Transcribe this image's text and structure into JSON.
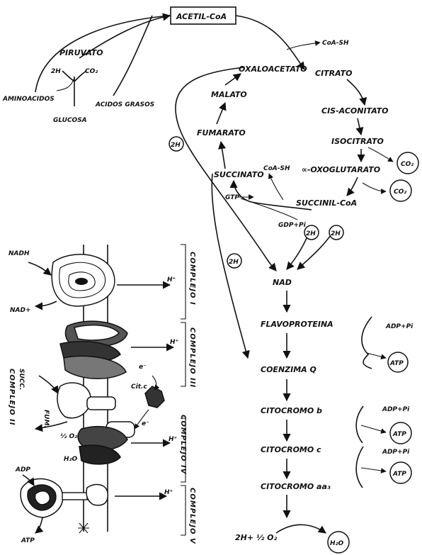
{
  "cycle": {
    "acetil_coa": "ACETIL-CoA",
    "coa_sh_top": "CoA-SH",
    "citrato": "CITRATO",
    "cis_aconitato": "CIS-ACONITATO",
    "isocitrato": "ISOCITRATO",
    "co2_1": "CO₂",
    "alfa_oxo": "∝-OXOGLUTARATO",
    "co2_2": "CO₂",
    "succinil_coa": "SUCCINIL-CoA",
    "gdp_pi": "GDP+Pi",
    "gtp": "GTP",
    "coa_sh_mid": "CoA-SH",
    "succinato": "SUCCINATO",
    "fumarato": "FUMARATO",
    "malato": "MALATO",
    "oxaloacetato": "OXALOACETATO",
    "two_h": "2H"
  },
  "feeders": {
    "piruvato": "PIRUVATO",
    "two_h": "2H",
    "co2": "CO₂",
    "aminoacidos": "AMINOACIDOS",
    "glucosa": "GLUCOSA",
    "acidos_grasos": "ACIDOS GRASOS"
  },
  "chain": {
    "nad": "NAD",
    "flavoproteina": "FLAVOPROTEINA",
    "coenzima_q": "COENZIMA Q",
    "citocromo_b": "CITOCROMO b",
    "citocromo_c": "CITOCROMO c",
    "citocromo_aa3": "CITOCROMO aa₃",
    "h2o_reaction": "2H+ ½ O₂",
    "h2o": "H₂O",
    "adp_pi": "ADP+Pi",
    "atp": "ATP"
  },
  "membrane": {
    "nadh": "NADH",
    "nad_plus": "NAD+",
    "h_plus": "H⁺",
    "e_minus": "e⁻",
    "cit_c": "Cit.c",
    "half_o2": "½ O₂",
    "h2o": "H₂O",
    "adp": "ADP",
    "atp": "ATP",
    "succ": "SUCC.",
    "fum": "FUM.",
    "complejo_i": "COMPLEJO I",
    "complejo_ii": "COMPLEJO II",
    "complejo_iii": "COMPLEJO III",
    "complejo_iv": "COMPLEJO IV",
    "complejo_v": "COMPLEJO V"
  }
}
